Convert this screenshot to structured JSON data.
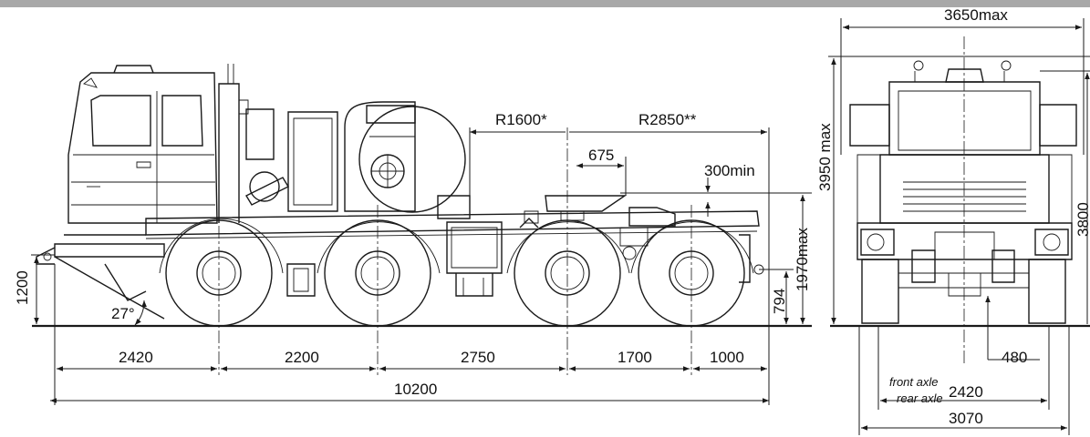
{
  "dimensions": {
    "wheelbase_1": "2420",
    "wheelbase_2": "2200",
    "wheelbase_3": "2750",
    "wheelbase_4": "1700",
    "rear_overhang": "1000",
    "overall_length": "10200",
    "front_height": "1200",
    "approach_angle": "27°",
    "turn_radius_1": "R1600*",
    "turn_radius_2": "R2850**",
    "coupling_offset": "675",
    "min_clearance": "300min",
    "coupling_height": "1970max",
    "hitch_height": "794",
    "overall_width": "3650max",
    "overall_height": "3950  max",
    "cab_height": "3800",
    "track_width": "2420",
    "front_axle_label": "front axle",
    "rear_axle_label": "rear axle",
    "ground_clearance": "480",
    "body_width": "3070"
  },
  "colors": {
    "line": "#1a1a1a",
    "header_bar": "#a8a8a8",
    "background": "#ffffff"
  }
}
